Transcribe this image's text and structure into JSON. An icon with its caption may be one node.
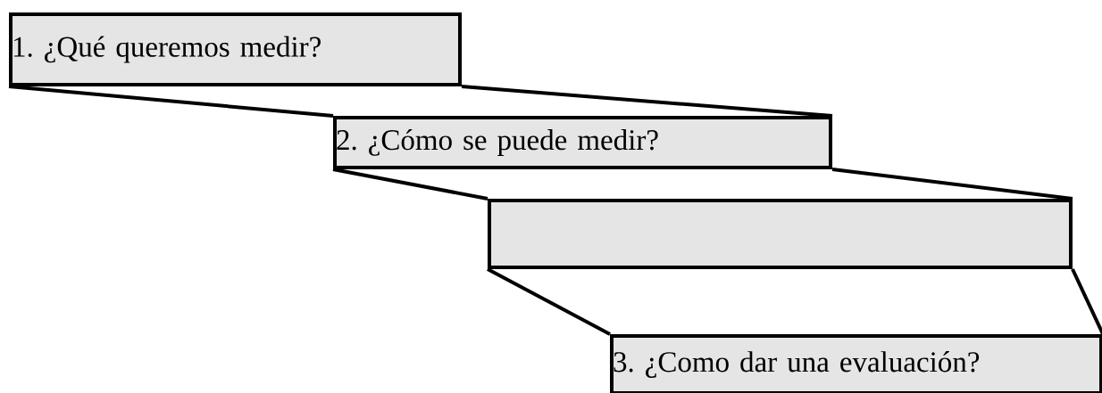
{
  "diagram": {
    "nodes": [
      {
        "text": [
          "1. ¿Qué queremos medir?"
        ]
      },
      {
        "text": [
          "2. ¿Cómo se puede medir?"
        ]
      },
      {
        "text": [],
        "shape": "box"
      },
      {
        "text": [
          "3. ¿Como dar una evaluación?"
        ]
      }
    ],
    "edges": [
      {
        "from": 0,
        "to": 1,
        "arrow": "none"
      },
      {
        "from": 0,
        "to": 1,
        "arrow": "none"
      },
      {
        "from": 1,
        "to": 2,
        "arrow": "none"
      },
      {
        "from": 1,
        "to": 2,
        "arrow": "none"
      },
      {
        "from": 2,
        "to": 3,
        "arrow": "none"
      },
      {
        "from": 2,
        "to": 3,
        "arrow": "none"
      }
    ]
  }
}
